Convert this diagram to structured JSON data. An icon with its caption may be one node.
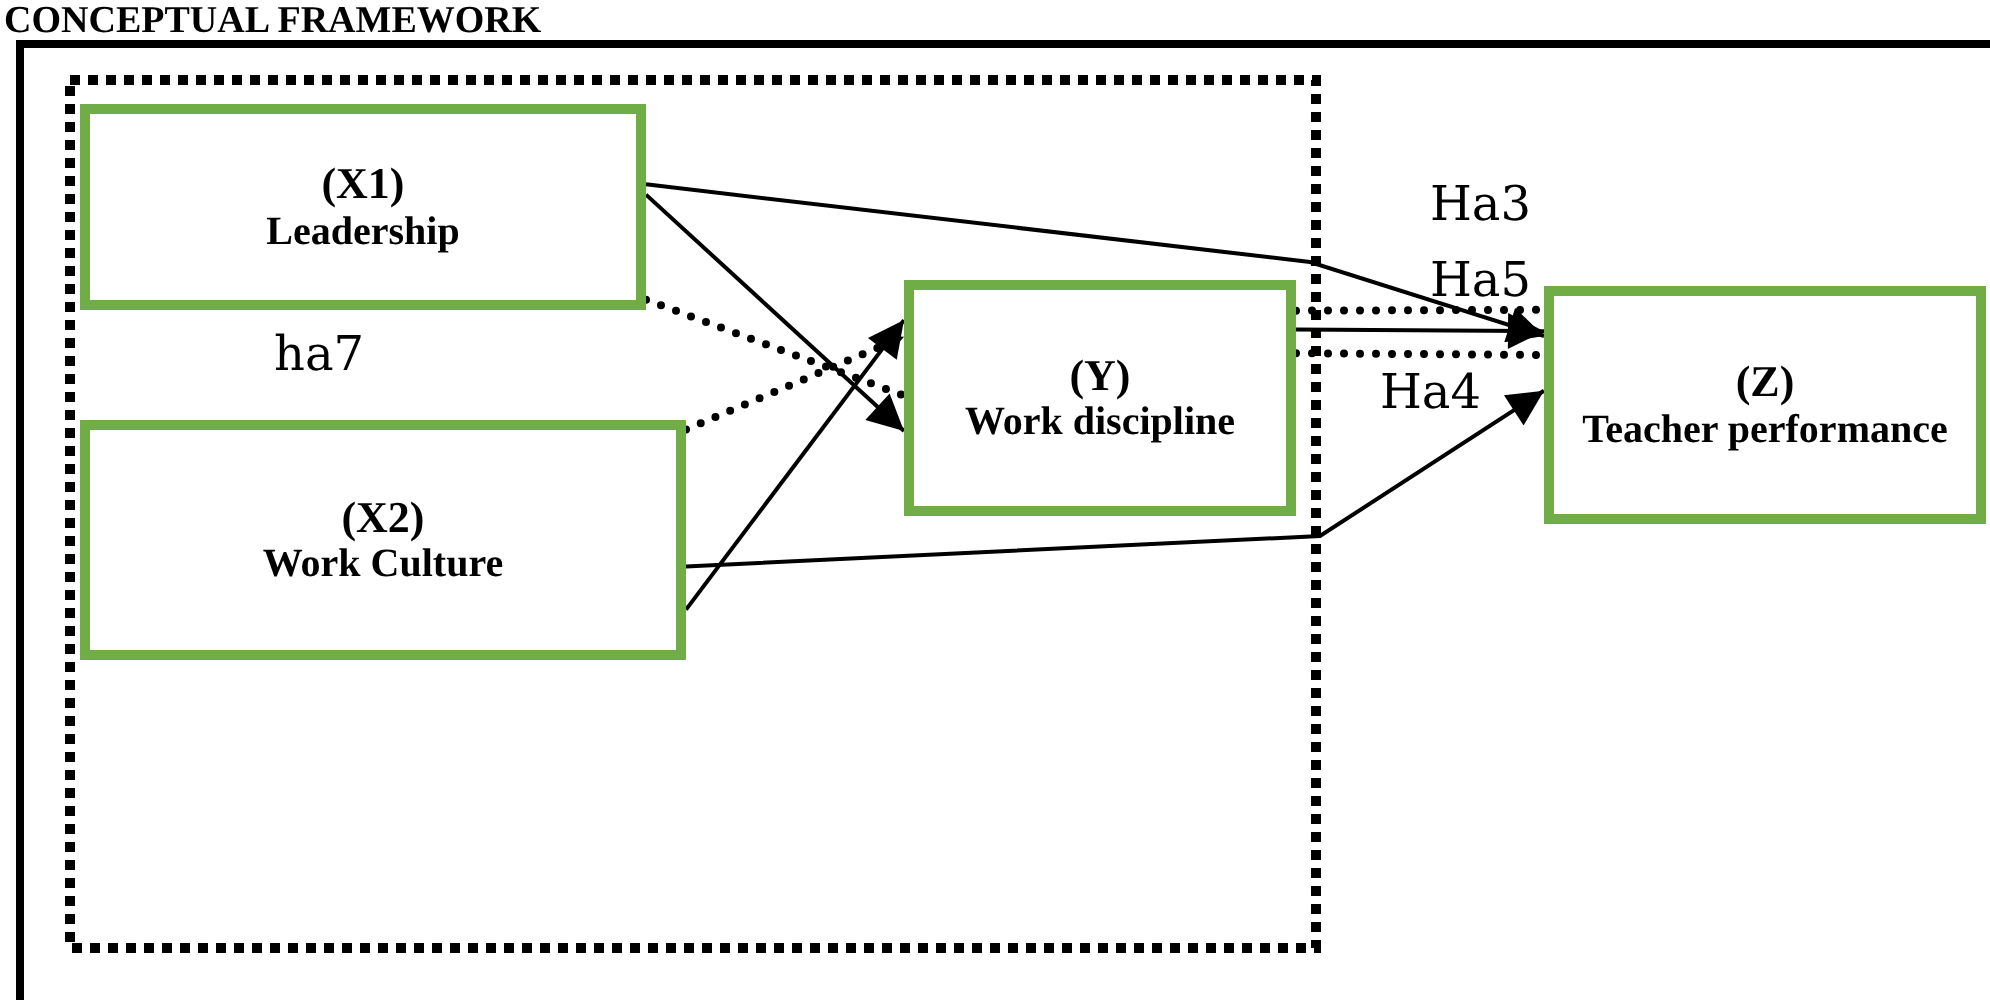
{
  "diagram": {
    "title": "CONCEPTUAL FRAMEWORK",
    "nodes": [
      {
        "text": [
          "(X1)",
          "Leadership"
        ]
      },
      {
        "text": [
          "(X2)",
          "Work Culture"
        ]
      },
      {
        "text": [
          "(Y)",
          "Work discipline"
        ]
      },
      {
        "text": [
          "(Z)",
          "Teacher performance"
        ]
      }
    ],
    "edges": [
      {
        "from": 0,
        "to": 3,
        "arrow": "to"
      },
      {
        "from": 0,
        "to": 2,
        "arrow": "to"
      },
      {
        "from": 1,
        "to": 2,
        "arrow": "to"
      },
      {
        "from": 1,
        "to": 3,
        "arrow": "to"
      },
      {
        "from": 2,
        "to": 3,
        "arrow": "to"
      },
      {
        "from": 0,
        "to": 2,
        "arrow": "none",
        "style": "dashed"
      },
      {
        "from": 1,
        "to": 2,
        "arrow": "to",
        "style": "dashed"
      },
      {
        "from": 2,
        "to": 3,
        "arrow": "none",
        "style": "dashed"
      },
      {
        "from": 2,
        "to": 3,
        "arrow": "none",
        "style": "dashed"
      }
    ],
    "labels": [
      "Ha3",
      "Ha5",
      "ha7",
      "Ha4"
    ]
  }
}
